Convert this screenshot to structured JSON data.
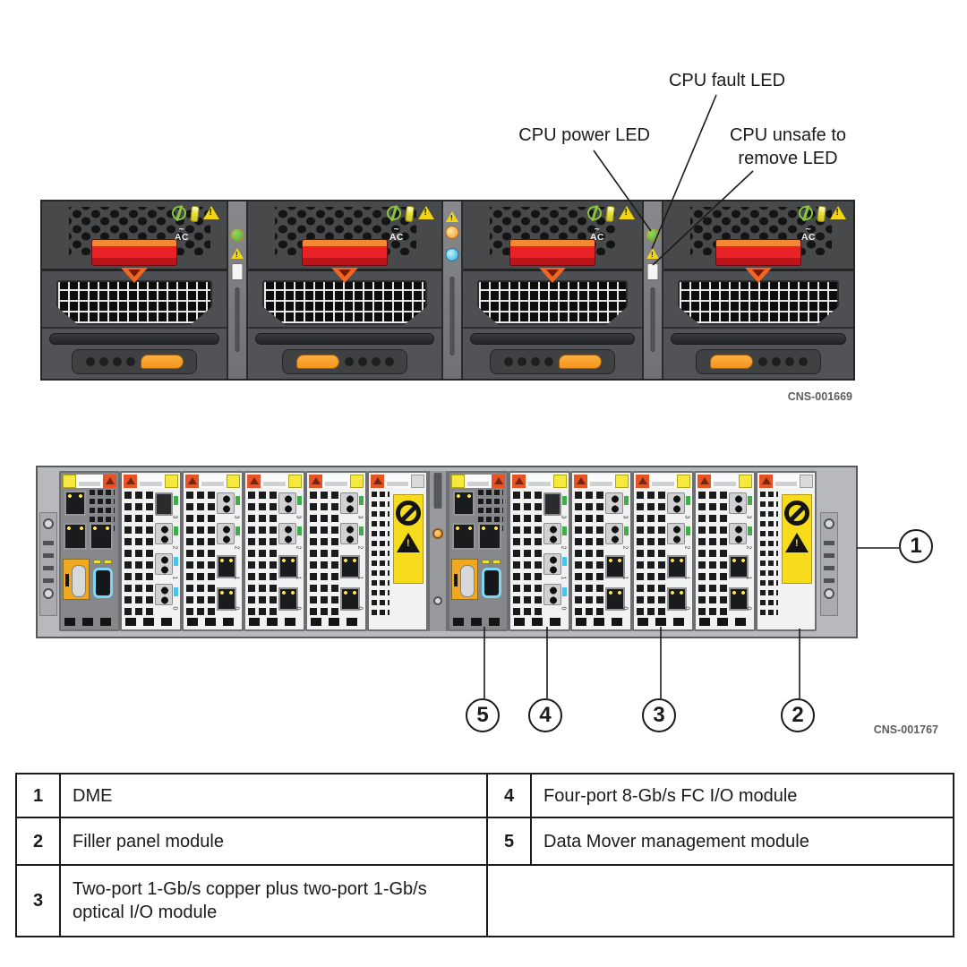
{
  "figure_front": {
    "labels": {
      "power": "CPU power LED",
      "fault": "CPU fault LED",
      "unsafe": "CPU unsafe to\nremove LED"
    },
    "ac_label": "~\nAC",
    "image_id": "CNS-001669"
  },
  "figure_rear": {
    "image_id": "CNS-001767",
    "callouts": {
      "c1": "1",
      "c2": "2",
      "c3": "3",
      "c4": "4",
      "c5": "5"
    },
    "io_port_labels": [
      "3",
      "2",
      "1",
      "0"
    ]
  },
  "legend_table": {
    "rows": [
      {
        "num": "1",
        "desc": "DME"
      },
      {
        "num": "2",
        "desc": "Filler panel module"
      },
      {
        "num": "3",
        "desc": "Two-port 1-Gb/s copper plus two-port 1-Gb/s optical I/O module"
      },
      {
        "num": "4",
        "desc": "Four-port 8-Gb/s FC I/O module"
      },
      {
        "num": "5",
        "desc": "Data Mover management module"
      }
    ]
  },
  "colors": {
    "warning_yellow": "#f2d414",
    "alert_orange": "#f7941d",
    "latch_red": "#ea2127",
    "led_green": "#57a638",
    "led_amber": "#f7941d",
    "led_blue": "#29abe2",
    "chassis_dark": "#4d4f52",
    "chassis_light": "#b7b9bc"
  }
}
